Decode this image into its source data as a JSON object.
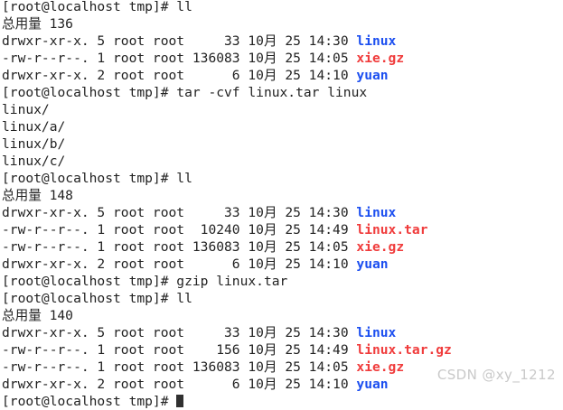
{
  "terminal": {
    "prompt": "[root@localhost tmp]# ",
    "colors": {
      "background": "#ffffff",
      "foreground": "#222222",
      "directory": "#1c4ff0",
      "archive": "#f03c3c",
      "cursor": "#303030",
      "watermark": "#c9c9c9"
    },
    "watermark": "CSDN @xy_1212",
    "lines": [
      {
        "type": "command",
        "text": "[root@localhost tmp]# ll"
      },
      {
        "type": "output",
        "text": "总用量 136"
      },
      {
        "type": "listing",
        "perms": "drwxr-xr-x.",
        "links": "5",
        "owner": "root",
        "group": "root",
        "size": "33",
        "month": "10月",
        "day": "25",
        "time": "14:30",
        "name": "linux",
        "color": "directory"
      },
      {
        "type": "listing",
        "perms": "-rw-r--r--.",
        "links": "1",
        "owner": "root",
        "group": "root",
        "size": "136083",
        "month": "10月",
        "day": "25",
        "time": "14:05",
        "name": "xie.gz",
        "color": "archive"
      },
      {
        "type": "listing",
        "perms": "drwxr-xr-x.",
        "links": "2",
        "owner": "root",
        "group": "root",
        "size": "6",
        "month": "10月",
        "day": "25",
        "time": "14:10",
        "name": "yuan",
        "color": "directory"
      },
      {
        "type": "command",
        "text": "[root@localhost tmp]# tar -cvf linux.tar linux"
      },
      {
        "type": "output",
        "text": "linux/"
      },
      {
        "type": "output",
        "text": "linux/a/"
      },
      {
        "type": "output",
        "text": "linux/b/"
      },
      {
        "type": "output",
        "text": "linux/c/"
      },
      {
        "type": "command",
        "text": "[root@localhost tmp]# ll"
      },
      {
        "type": "output",
        "text": "总用量 148"
      },
      {
        "type": "listing",
        "perms": "drwxr-xr-x.",
        "links": "5",
        "owner": "root",
        "group": "root",
        "size": "33",
        "month": "10月",
        "day": "25",
        "time": "14:30",
        "name": "linux",
        "color": "directory"
      },
      {
        "type": "listing",
        "perms": "-rw-r--r--.",
        "links": "1",
        "owner": "root",
        "group": "root",
        "size": "10240",
        "month": "10月",
        "day": "25",
        "time": "14:49",
        "name": "linux.tar",
        "color": "archive"
      },
      {
        "type": "listing",
        "perms": "-rw-r--r--.",
        "links": "1",
        "owner": "root",
        "group": "root",
        "size": "136083",
        "month": "10月",
        "day": "25",
        "time": "14:05",
        "name": "xie.gz",
        "color": "archive"
      },
      {
        "type": "listing",
        "perms": "drwxr-xr-x.",
        "links": "2",
        "owner": "root",
        "group": "root",
        "size": "6",
        "month": "10月",
        "day": "25",
        "time": "14:10",
        "name": "yuan",
        "color": "directory"
      },
      {
        "type": "command",
        "text": "[root@localhost tmp]# gzip linux.tar"
      },
      {
        "type": "command",
        "text": "[root@localhost tmp]# ll"
      },
      {
        "type": "output",
        "text": "总用量 140"
      },
      {
        "type": "listing",
        "perms": "drwxr-xr-x.",
        "links": "5",
        "owner": "root",
        "group": "root",
        "size": "33",
        "month": "10月",
        "day": "25",
        "time": "14:30",
        "name": "linux",
        "color": "directory"
      },
      {
        "type": "listing",
        "perms": "-rw-r--r--.",
        "links": "1",
        "owner": "root",
        "group": "root",
        "size": "156",
        "month": "10月",
        "day": "25",
        "time": "14:49",
        "name": "linux.tar.gz",
        "color": "archive"
      },
      {
        "type": "listing",
        "perms": "-rw-r--r--.",
        "links": "1",
        "owner": "root",
        "group": "root",
        "size": "136083",
        "month": "10月",
        "day": "25",
        "time": "14:05",
        "name": "xie.gz",
        "color": "archive"
      },
      {
        "type": "listing",
        "perms": "drwxr-xr-x.",
        "links": "2",
        "owner": "root",
        "group": "root",
        "size": "6",
        "month": "10月",
        "day": "25",
        "time": "14:10",
        "name": "yuan",
        "color": "directory"
      },
      {
        "type": "prompt-cursor",
        "text": "[root@localhost tmp]# "
      }
    ]
  }
}
